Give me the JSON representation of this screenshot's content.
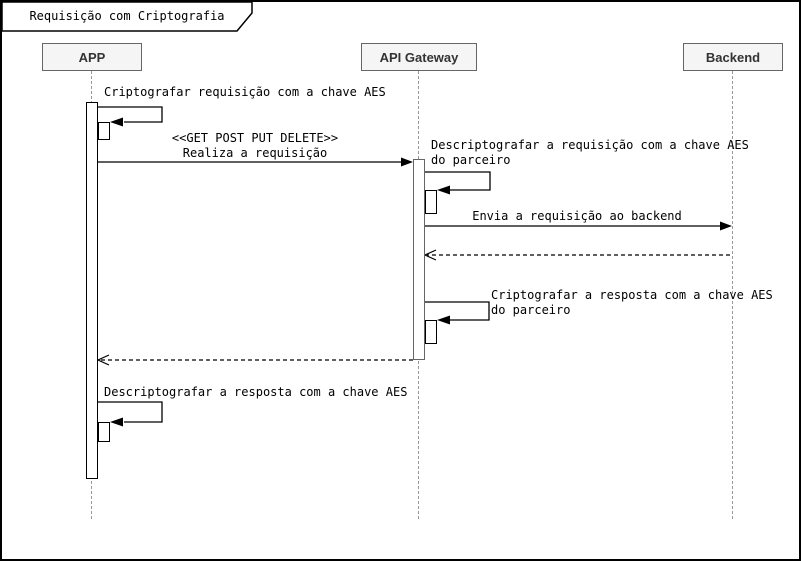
{
  "frame": {
    "title": "Requisição com Criptografia"
  },
  "participants": [
    {
      "id": "app",
      "label": "APP"
    },
    {
      "id": "api-gateway",
      "label": "API Gateway"
    },
    {
      "id": "backend",
      "label": "Backend"
    }
  ],
  "messages": [
    {
      "id": "m1",
      "type": "self-call",
      "from": "app",
      "to": "app",
      "lines": [
        "Criptografar requisição com a chave AES"
      ]
    },
    {
      "id": "m2",
      "type": "sync-call",
      "from": "app",
      "to": "api-gateway",
      "lines": [
        "<<GET POST PUT DELETE>>",
        "Realiza a requisição"
      ]
    },
    {
      "id": "m3",
      "type": "self-call",
      "from": "api-gateway",
      "to": "api-gateway",
      "lines": [
        "Descriptografar a requisição com a chave AES",
        "do parceiro"
      ]
    },
    {
      "id": "m4",
      "type": "sync-call",
      "from": "api-gateway",
      "to": "backend",
      "lines": [
        "Envia a requisição ao backend"
      ]
    },
    {
      "id": "m5",
      "type": "dashed-return",
      "from": "backend",
      "to": "api-gateway",
      "lines": []
    },
    {
      "id": "m6",
      "type": "self-call",
      "from": "api-gateway",
      "to": "api-gateway",
      "lines": [
        "Criptografar a resposta com a chave AES",
        "do parceiro"
      ]
    },
    {
      "id": "m7",
      "type": "dashed-return",
      "from": "api-gateway",
      "to": "app",
      "lines": []
    },
    {
      "id": "m8",
      "type": "self-call",
      "from": "app",
      "to": "app",
      "lines": [
        "Descriptografar a resposta com a chave AES"
      ]
    }
  ],
  "colors": {
    "participant_fill": "#f5f5f5",
    "participant_border": "#666666",
    "activation_border_app": "#000000",
    "activation_border_gateway": "#666666",
    "lifeline": "#999999",
    "message_line": "#000000",
    "frame_border": "#000000",
    "background": "#ffffff"
  }
}
